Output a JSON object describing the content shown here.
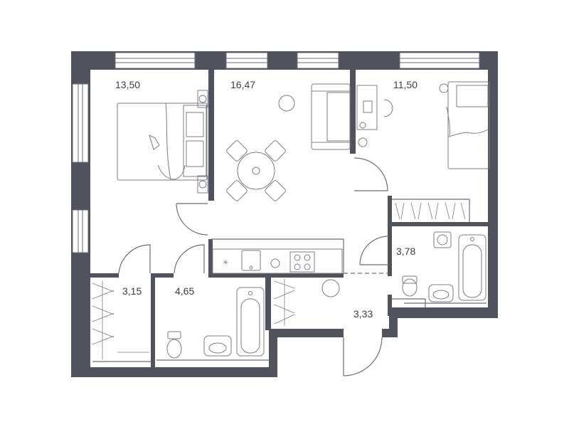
{
  "floorplan": {
    "colors": {
      "wall": "#50535e",
      "line": "#6a6e79",
      "furniture": "#7a7e89"
    },
    "rooms": [
      {
        "id": "bedroom-1",
        "label": "13,50"
      },
      {
        "id": "living-kitchen",
        "label": "16,47"
      },
      {
        "id": "bedroom-2",
        "label": "11,50"
      },
      {
        "id": "bathroom-1",
        "label": "3,78"
      },
      {
        "id": "storage",
        "label": "3,15"
      },
      {
        "id": "bathroom-2",
        "label": "4,65"
      },
      {
        "id": "hallway",
        "label": "3,33"
      }
    ]
  }
}
